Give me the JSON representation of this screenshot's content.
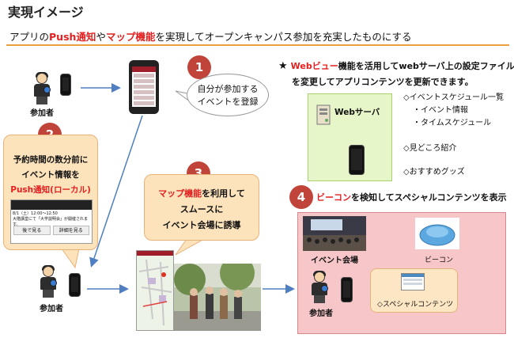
{
  "title": "実現イメージ",
  "subtitle": {
    "p1": "アプリの",
    "push": "Push通知",
    "p2": "や",
    "map": "マップ機能",
    "p3": "を実現してオープンキャンパス参加を充実したものにする"
  },
  "participant_label": "参加者",
  "step1": {
    "number": "1",
    "bubble": [
      "自分が参加する",
      "イベントを登録"
    ]
  },
  "step2": {
    "number": "2",
    "lines": [
      "予約時間の数分前に",
      "イベント情報を"
    ],
    "push": "Push通知(ローカル)",
    "notif_date": "8/1（土）12:00～12:50",
    "notif_text": "大階講堂にて「大学説明会」が開催されます。",
    "btn_later": "後で見る",
    "btn_detail": "詳細を見る"
  },
  "step3": {
    "number": "3",
    "map": "マップ機能",
    "line1": "を利用して",
    "line2": "スムースに",
    "line3": "イベント会場に誘導"
  },
  "webview": {
    "star": "★",
    "web": "Webビュー",
    "line1": "機能を活用してwebサーバ上の設定ファイル",
    "line2": "を変更してアプリコンテンツを更新できます。",
    "server_label": "Webサーバ",
    "list": [
      "◇イベントスケジュール一覧",
      "・イベント情報",
      "・タイムスケジュール",
      "◇見どころ紹介",
      "◇おすすめグッズ"
    ]
  },
  "step4": {
    "number": "4",
    "beacon": "ビーコン",
    "rest": "を検知してスペシャルコンテンツを表示",
    "venue_label": "イベント会場",
    "beacon_label": "ビーコン",
    "special_label": "◇スペシャルコンテンツ"
  },
  "colors": {
    "accent_red": "#e32020",
    "step_circle": "#c0443a",
    "orange_box": "#fde3bc",
    "green_box": "#e7f6c8",
    "pink_box": "#f7c6c8",
    "arrow_blue": "#4f7fc0"
  }
}
